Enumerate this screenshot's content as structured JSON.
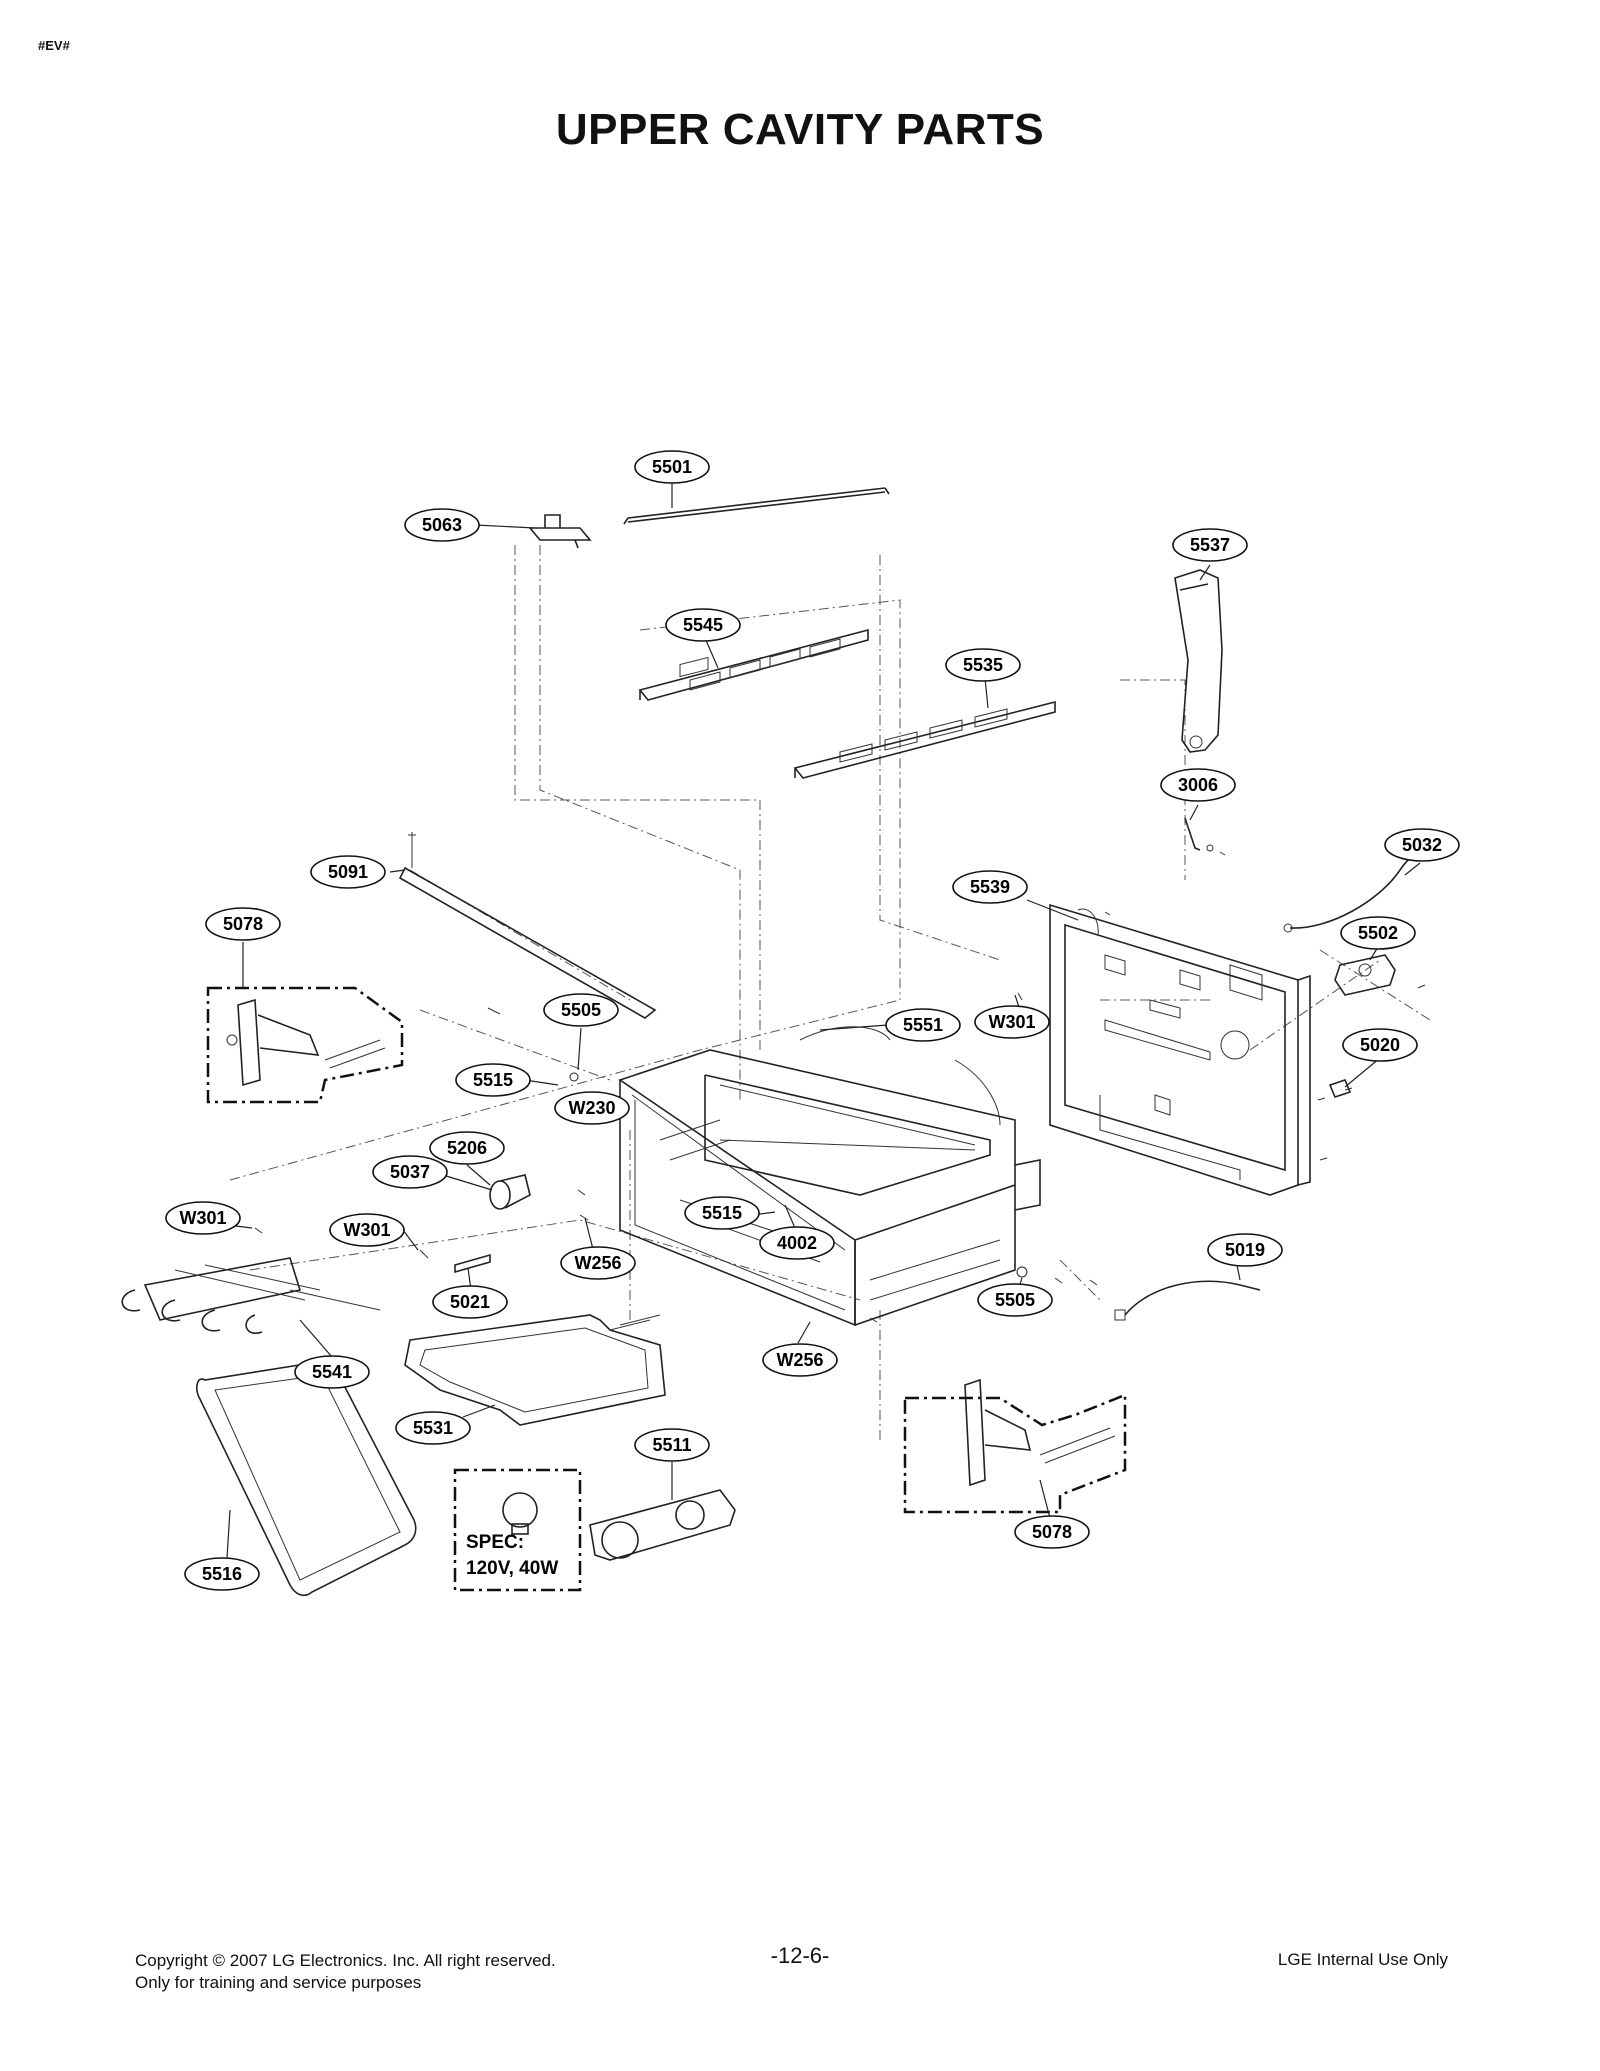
{
  "header": {
    "tag": "#EV#",
    "title": "UPPER CAVITY PARTS"
  },
  "callouts": [
    {
      "id": "c-5501",
      "label": "5501"
    },
    {
      "id": "c-5063",
      "label": "5063"
    },
    {
      "id": "c-5537",
      "label": "5537"
    },
    {
      "id": "c-5545",
      "label": "5545"
    },
    {
      "id": "c-5535",
      "label": "5535"
    },
    {
      "id": "c-3006",
      "label": "3006"
    },
    {
      "id": "c-5032",
      "label": "5032"
    },
    {
      "id": "c-5091",
      "label": "5091"
    },
    {
      "id": "c-5539",
      "label": "5539"
    },
    {
      "id": "c-5502",
      "label": "5502"
    },
    {
      "id": "c-5078a",
      "label": "5078"
    },
    {
      "id": "c-5551",
      "label": "5551"
    },
    {
      "id": "c-W301a",
      "label": "W301"
    },
    {
      "id": "c-5505a",
      "label": "5505"
    },
    {
      "id": "c-5020",
      "label": "5020"
    },
    {
      "id": "c-5515a",
      "label": "5515"
    },
    {
      "id": "c-W230",
      "label": "W230"
    },
    {
      "id": "c-5206",
      "label": "5206"
    },
    {
      "id": "c-5037",
      "label": "5037"
    },
    {
      "id": "c-5515b",
      "label": "5515"
    },
    {
      "id": "c-W301b",
      "label": "W301"
    },
    {
      "id": "c-W301c",
      "label": "W301"
    },
    {
      "id": "c-4002",
      "label": "4002"
    },
    {
      "id": "c-5019",
      "label": "5019"
    },
    {
      "id": "c-W256a",
      "label": "W256"
    },
    {
      "id": "c-5021",
      "label": "5021"
    },
    {
      "id": "c-5505b",
      "label": "5505"
    },
    {
      "id": "c-W256b",
      "label": "W256"
    },
    {
      "id": "c-5541",
      "label": "5541"
    },
    {
      "id": "c-5531",
      "label": "5531"
    },
    {
      "id": "c-5511",
      "label": "5511"
    },
    {
      "id": "c-5078b",
      "label": "5078"
    },
    {
      "id": "c-5516",
      "label": "5516"
    }
  ],
  "spec_box": {
    "line1": "SPEC:",
    "line2": "120V, 40W"
  },
  "footer": {
    "copyright": "Copyright © 2007 LG Electronics. Inc. All right reserved.",
    "purpose": "Only for training and service purposes",
    "page": "-12-6-",
    "internal": "LGE Internal Use Only"
  }
}
